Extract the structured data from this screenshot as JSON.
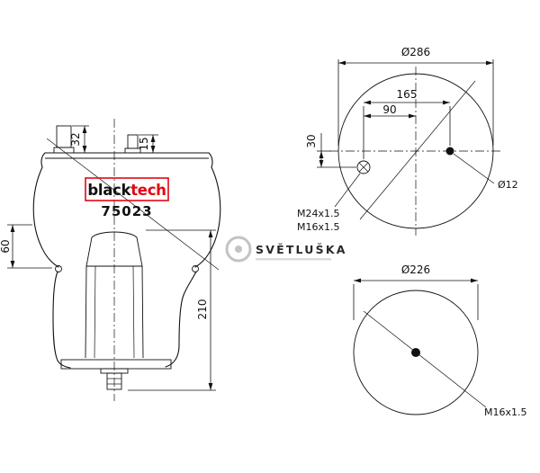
{
  "brand": {
    "name_black": "black",
    "name_red": "tech",
    "model": "75023",
    "accent_color": "#e30613"
  },
  "side_view": {
    "dim_stud_left": "32",
    "dim_stud_right": "15",
    "dim_lobe": "60",
    "dim_height": "210"
  },
  "top_view": {
    "dim_diameter": "Ø286",
    "dim_port_to_hole": "165",
    "dim_port_to_center": "90",
    "dim_port_offset": "30",
    "dim_hole": "Ø12",
    "port_thread_line1": "M24x1.5",
    "port_thread_line2": "M16x1.5"
  },
  "bottom_view": {
    "dim_diameter": "Ø226",
    "stud_thread": "M16x1.5"
  },
  "watermark": {
    "text": "SVĚTLUŠKA",
    "color": "#bdbdbd"
  }
}
